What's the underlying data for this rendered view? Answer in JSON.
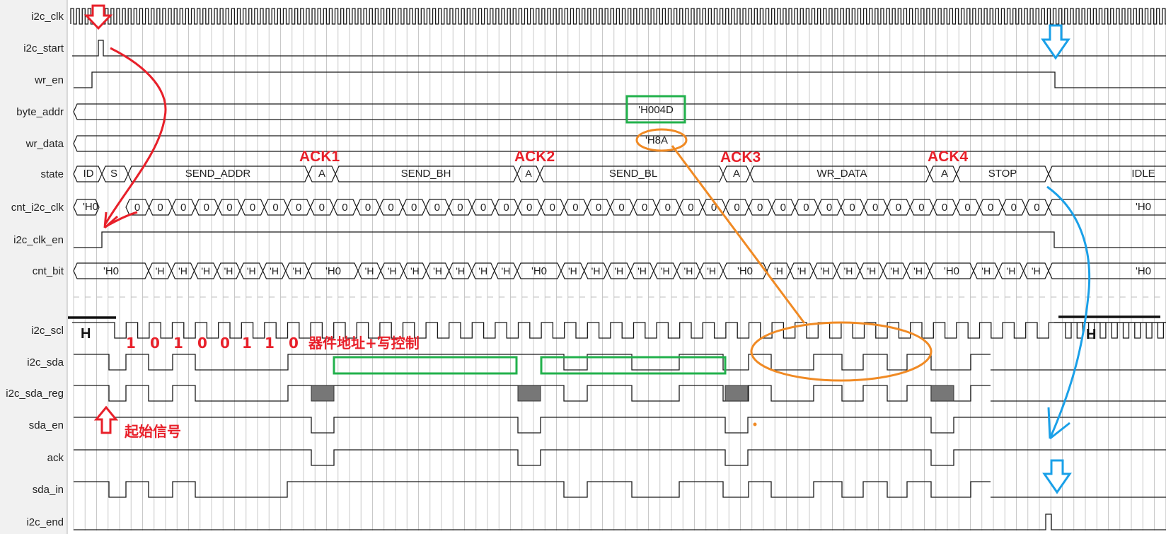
{
  "signals": [
    {
      "id": "i2c_clk",
      "label": "i2c_clk"
    },
    {
      "id": "i2c_start",
      "label": "i2c_start"
    },
    {
      "id": "wr_en",
      "label": "wr_en"
    },
    {
      "id": "byte_addr",
      "label": "byte_addr"
    },
    {
      "id": "wr_data",
      "label": "wr_data"
    },
    {
      "id": "state",
      "label": "state"
    },
    {
      "id": "cnt_i2c_clk",
      "label": "cnt_i2c_clk"
    },
    {
      "id": "i2c_clk_en",
      "label": "i2c_clk_en"
    },
    {
      "id": "cnt_bit",
      "label": "cnt_bit"
    },
    {
      "id": "i2c_scl",
      "label": "i2c_scl"
    },
    {
      "id": "i2c_sda",
      "label": "i2c_sda"
    },
    {
      "id": "i2c_sda_reg",
      "label": "i2c_sda_reg"
    },
    {
      "id": "sda_en",
      "label": "sda_en"
    },
    {
      "id": "ack",
      "label": "ack"
    },
    {
      "id": "sda_in",
      "label": "sda_in"
    },
    {
      "id": "i2c_end",
      "label": "i2c_end"
    }
  ],
  "values": {
    "byte_addr": "'H004D",
    "wr_data": "'H8A",
    "state": [
      "ID",
      "S",
      "SEND_ADDR",
      "A",
      "SEND_BH",
      "A",
      "SEND_BL",
      "A",
      "WR_DATA",
      "A",
      "STOP",
      "IDLE"
    ],
    "cnt_i2c_clk_first": "'H0",
    "cnt_i2c_clk_last": "'H0",
    "cnt_i2c_clk_digit": "0",
    "cnt_bit_zero": "'H0",
    "cnt_bit_other": "'H"
  },
  "annotations": {
    "ack1": "ACK1",
    "ack2": "ACK2",
    "ack3": "ACK3",
    "ack4": "ACK4",
    "addr_bits": [
      "1",
      "0",
      "1",
      "0",
      "0",
      "1",
      "1",
      "0"
    ],
    "addr_note": "器件地址+写控制",
    "start_note": "起始信号",
    "h_left": "H",
    "h_right": "H"
  },
  "colors": {
    "wave": "#1a1a1a",
    "grid": "#c9c9c9",
    "red": "#e8202a",
    "blue": "#1aa0e8",
    "orange": "#f08a24",
    "green": "#22b14c",
    "ack_fill": "#777777"
  }
}
